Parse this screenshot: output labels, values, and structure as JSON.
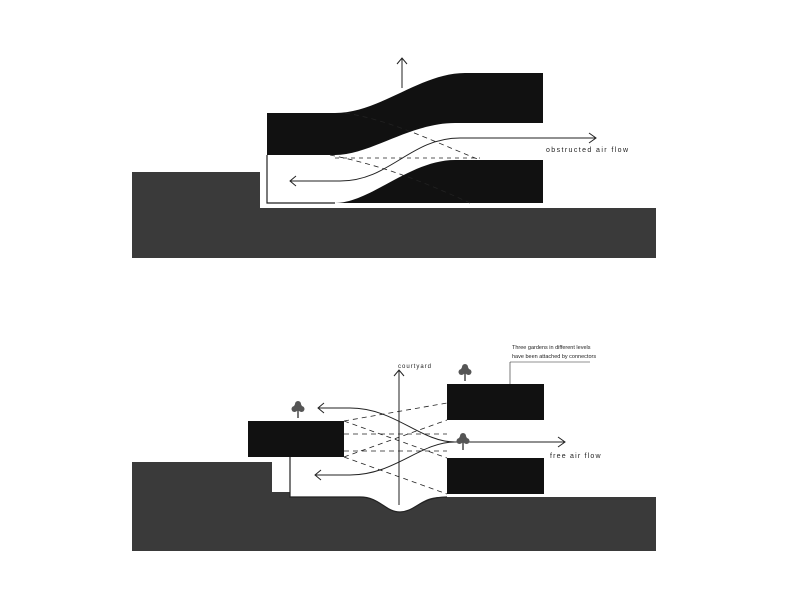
{
  "diagram": {
    "top": {
      "flow_label": "obstructed air flow"
    },
    "bottom": {
      "courtyard_label": "courtyard",
      "flow_label": "free air flow",
      "note_line1": "Three gardens in  different levels",
      "note_line2": "have been attached by connectors"
    }
  },
  "colors": {
    "ground": "#3a3a3a",
    "building": "#111111",
    "stroke": "#222222",
    "background": "#ffffff"
  },
  "icons": [
    "tree-icon",
    "arrow-icon"
  ]
}
